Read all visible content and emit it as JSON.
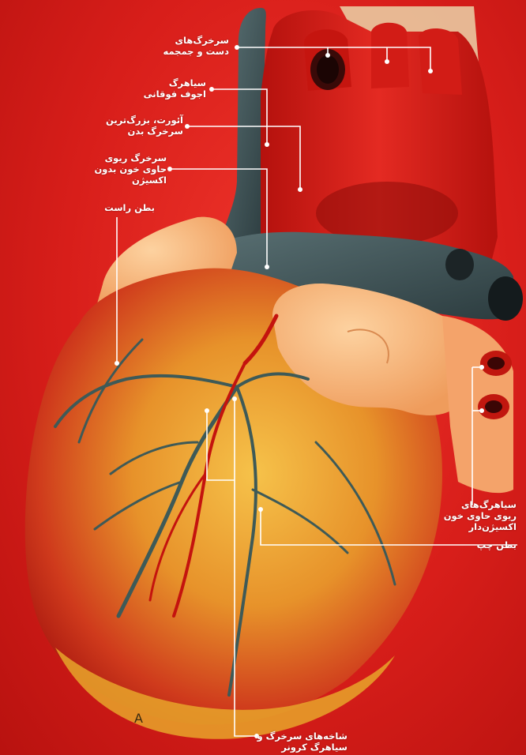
{
  "labels": {
    "arm_head_arteries": "سرخرگ‌های\nدست و جمجمه",
    "superior_vena_cava": "سیاهرگ\nاجوف فوقانی",
    "aorta": "آئورت، بزرگ‌ترین\nسرخرگ بدن",
    "pulmonary_artery": "سرخرگ ریوی\nحاوی خون بدون\nاکسیژن",
    "right_ventricle": "بطن راست",
    "pulmonary_veins": "سیاهرگ‌های\nریوی حاوی خون\nاکسیژن‌دار",
    "left_ventricle": "بطن چپ",
    "coronary_vessels": "شاخه‌های سرخرگ و\nسیاهرگ کرونر"
  },
  "model_mark": "A",
  "colors": {
    "background": "#d81e1a",
    "artery_red": "#d8221c",
    "vein_teal": "#3f5457",
    "ventricle_yellow": "#f2b030",
    "atrium_peach": "#f7b37a",
    "label_text": "#ffffff"
  }
}
